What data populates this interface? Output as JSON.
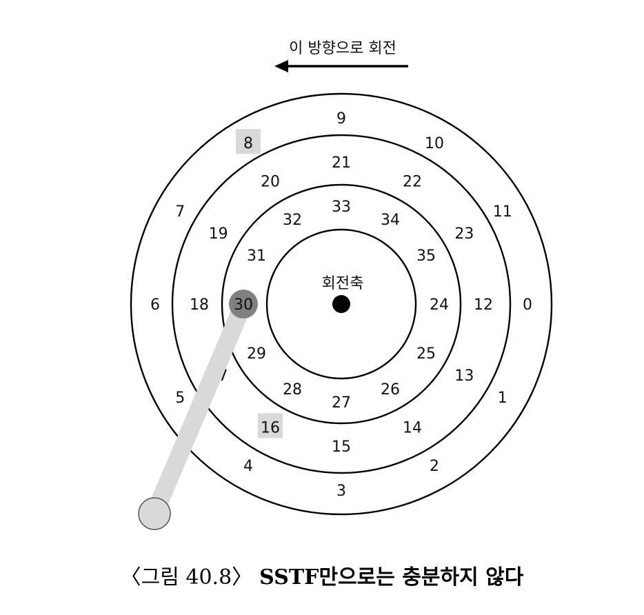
{
  "direction": {
    "label": "이 방향으로 회전",
    "arrow": "left-arrow"
  },
  "spindle": {
    "label": "회전축"
  },
  "tracks": {
    "outer": [
      "9",
      "10",
      "11",
      "0",
      "1",
      "2",
      "3",
      "4",
      "5",
      "6",
      "7",
      "8"
    ],
    "middle": [
      "21",
      "22",
      "23",
      "12",
      "13",
      "14",
      "15",
      "16",
      "17",
      "18",
      "19",
      "20"
    ],
    "inner": [
      "33",
      "34",
      "35",
      "24",
      "25",
      "26",
      "27",
      "28",
      "29",
      "30",
      "31",
      "32"
    ]
  },
  "highlights": {
    "requested_sectors": [
      "8",
      "16"
    ],
    "head_position": "30"
  },
  "colors": {
    "ring": "#000000",
    "request_highlight": "#d9d9d9",
    "head_position": "#808080",
    "arm": "#d9d9d9",
    "spindle": "#000000"
  },
  "caption": {
    "number": "〈그림 40.8〉",
    "title": "SSTF만으로는 충분하지 않다"
  }
}
